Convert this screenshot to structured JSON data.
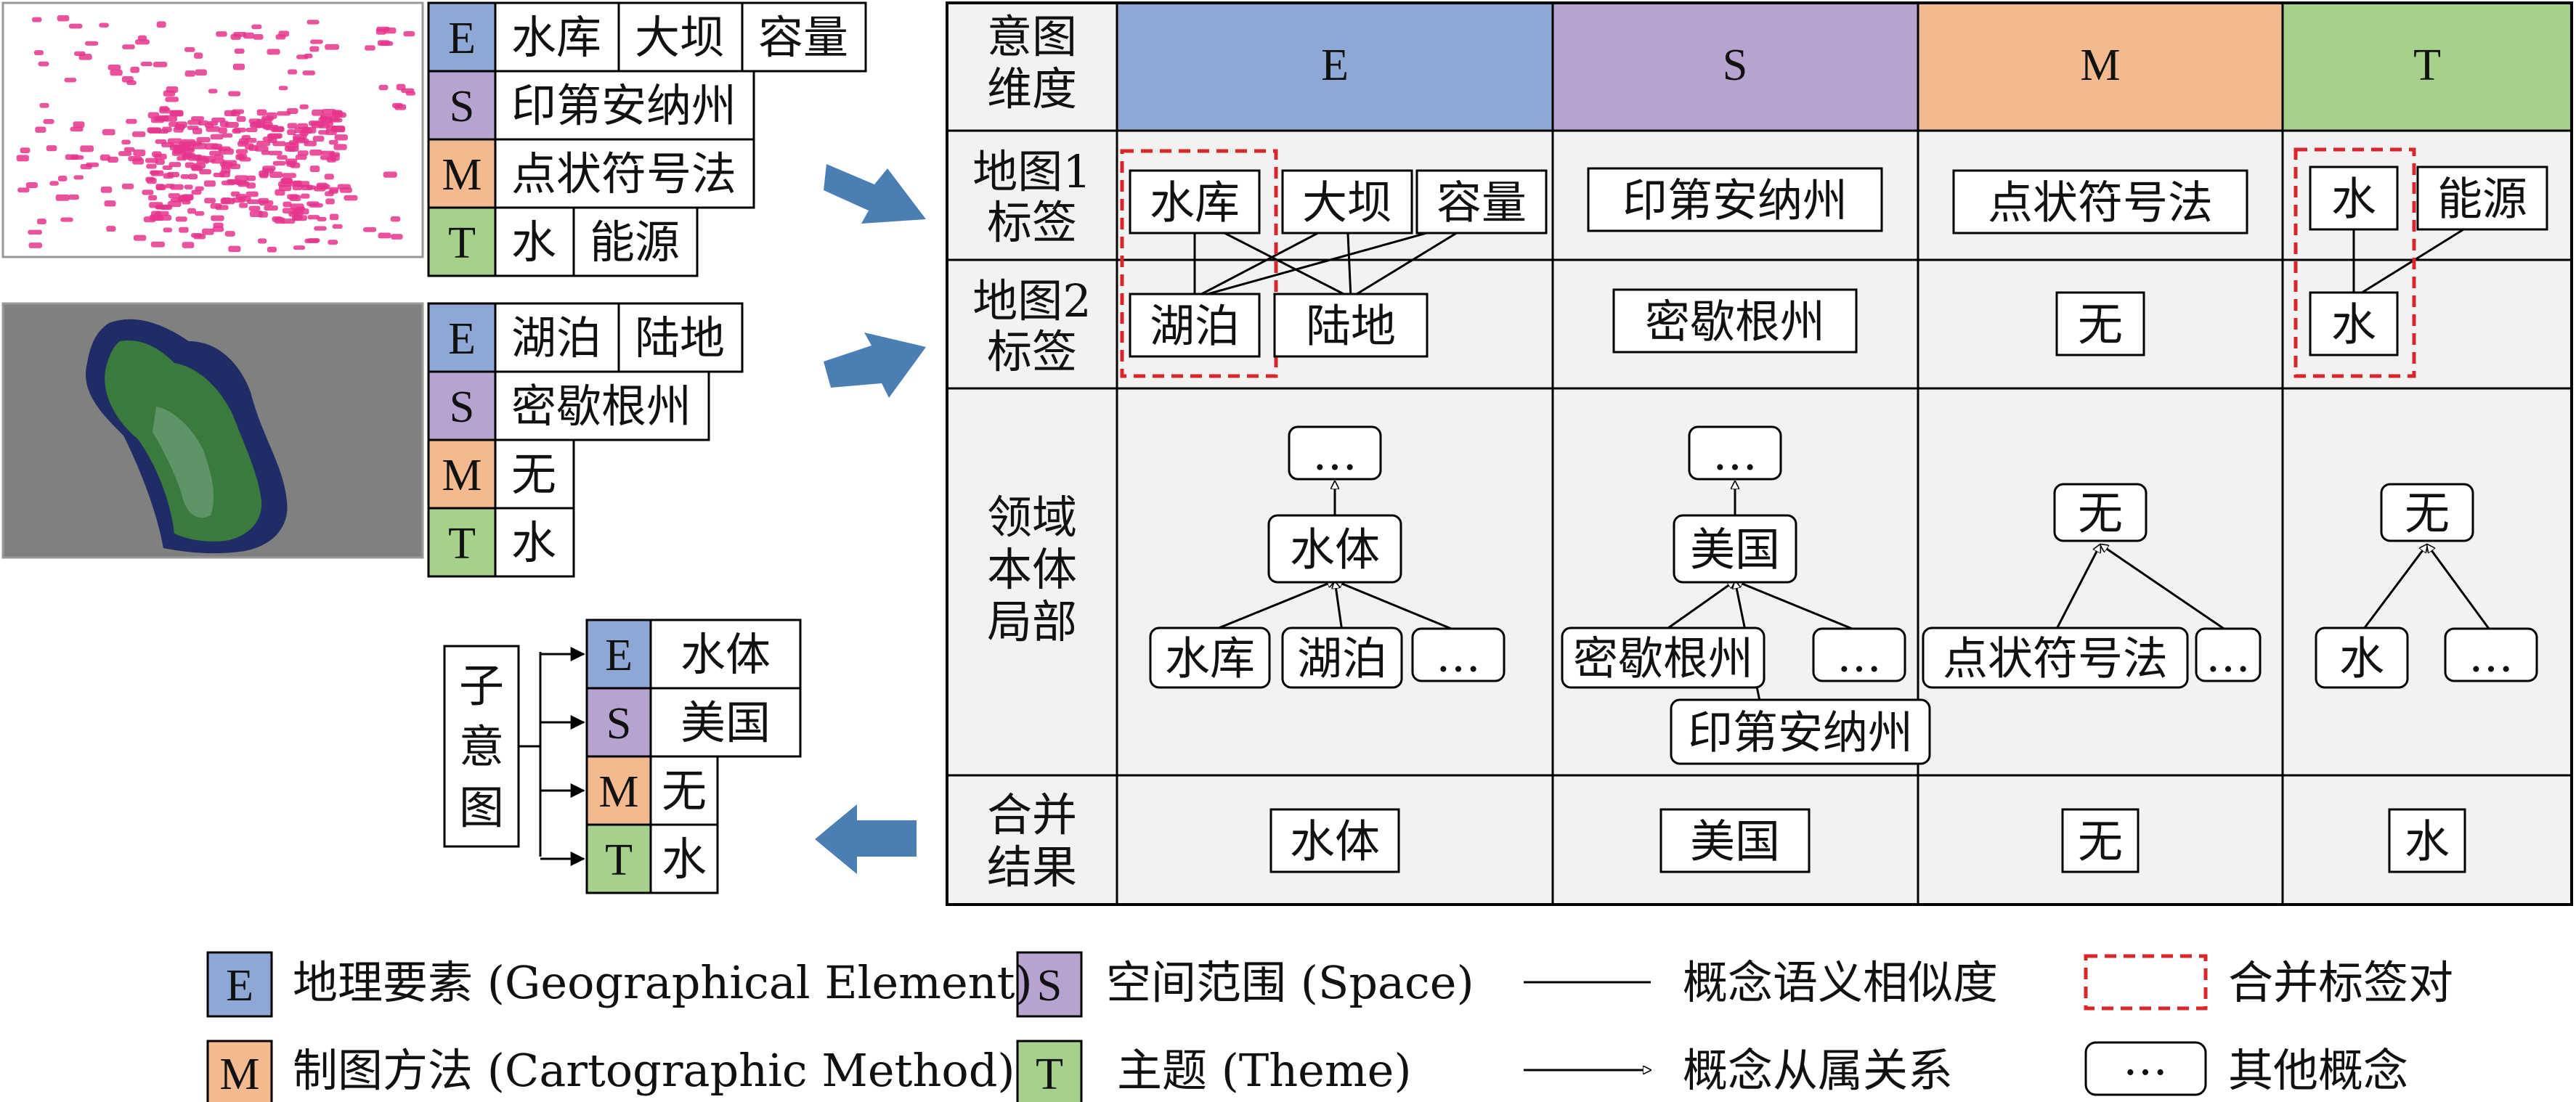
{
  "colors": {
    "E": "#8ea7d4",
    "S": "#b6a3cf",
    "M": "#f3b98f",
    "T": "#a8d08d",
    "merge_border": "#d9262b",
    "grid": "#000000",
    "cell_bg": "#f2f2f2",
    "arrow": "#4b7fb4",
    "map1_points": "#e6348d",
    "map2_land": "#3a7a3a",
    "map2_water": "#1f2c66",
    "map2_bg": "#808080"
  },
  "map1": {
    "tags": [
      {
        "letter": "E",
        "words": [
          "水库",
          "大坝",
          "容量"
        ]
      },
      {
        "letter": "S",
        "words": [
          "印第安纳州"
        ]
      },
      {
        "letter": "M",
        "words": [
          "点状符号法"
        ]
      },
      {
        "letter": "T",
        "words": [
          "水",
          "能源"
        ]
      }
    ]
  },
  "map2": {
    "tags": [
      {
        "letter": "E",
        "words": [
          "湖泊",
          "陆地"
        ]
      },
      {
        "letter": "S",
        "words": [
          "密歇根州"
        ]
      },
      {
        "letter": "M",
        "words": [
          "无"
        ]
      },
      {
        "letter": "T",
        "words": [
          "水"
        ]
      }
    ]
  },
  "subintent": {
    "label": "子意图",
    "tags": [
      {
        "letter": "E",
        "word": "水体"
      },
      {
        "letter": "S",
        "word": "美国"
      },
      {
        "letter": "M",
        "word": "无"
      },
      {
        "letter": "T",
        "word": "水"
      }
    ]
  },
  "table": {
    "corner": "意图维度",
    "columns": [
      "E",
      "S",
      "M",
      "T"
    ],
    "row_headers": [
      "地图1标签",
      "地图2标签",
      "领域本体局部",
      "合并结果"
    ],
    "row1": {
      "E": [
        "水库",
        "大坝",
        "容量"
      ],
      "S": [
        "印第安纳州"
      ],
      "M": [
        "点状符号法"
      ],
      "T": [
        "水",
        "能源"
      ]
    },
    "row2": {
      "E": [
        "湖泊",
        "陆地"
      ],
      "S": [
        "密歇根州"
      ],
      "M": [
        "无"
      ],
      "T": [
        "水"
      ]
    },
    "ontology": {
      "E": {
        "top": "…",
        "mid": "水体",
        "leaves": [
          "水库",
          "湖泊",
          "…"
        ]
      },
      "S": {
        "top": "…",
        "mid": "美国",
        "leaves": [
          "密歇根州",
          "…",
          "印第安纳州"
        ]
      },
      "M": {
        "top": "无",
        "leaves": [
          "点状符号法",
          "…"
        ]
      },
      "T": {
        "top": "无",
        "leaves": [
          "水",
          "…"
        ]
      }
    },
    "merge": {
      "E": "水体",
      "S": "美国",
      "M": "无",
      "T": "水"
    }
  },
  "legend": {
    "E": "地理要素 (Geographical Element)",
    "S": "空间范围 (Space)",
    "M": "制图方法 (Cartographic Method)",
    "T": "主题 (Theme)",
    "similarity": "概念语义相似度",
    "subordination": "概念从属关系",
    "merge_pair": "合并标签对",
    "other_concept": "其他概念",
    "other_symbol": "…"
  }
}
